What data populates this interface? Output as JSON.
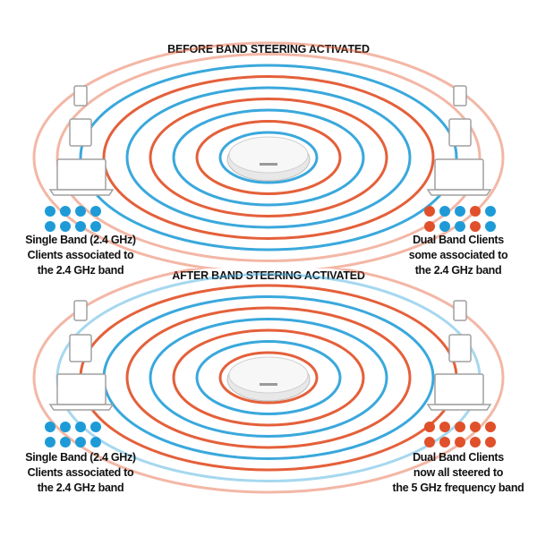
{
  "colors": {
    "band_24ghz_blue": "#1e9bd7",
    "band_5ghz_red": "#e0502a",
    "device_outline": "#a0a0a0",
    "ring_blue": "#3aa8dc",
    "ring_red": "#e4603a"
  },
  "icons": [
    "smartphone-icon",
    "tablet-icon",
    "laptop-icon",
    "access-point-icon"
  ],
  "before": {
    "title": "BEFORE BAND STEERING ACTIVATED",
    "left_caption": [
      "Single Band (2.4 GHz)",
      "Clients associated to",
      "the 2.4 GHz band"
    ],
    "right_caption": [
      "Dual Band Clients",
      "some associated to",
      "the 2.4 GHz band"
    ],
    "left_clients": [
      "2.4",
      "2.4",
      "2.4",
      "2.4",
      "2.4",
      "2.4",
      "2.4",
      "2.4"
    ],
    "right_clients": [
      "5",
      "2.4",
      "2.4",
      "5",
      "2.4",
      "5",
      "2.4",
      "2.4",
      "5",
      "2.4"
    ]
  },
  "after": {
    "title": "AFTER BAND STEERING ACTIVATED",
    "left_caption": [
      "Single Band (2.4 GHz)",
      "Clients associated to",
      "the 2.4 GHz band"
    ],
    "right_caption": [
      "Dual Band Clients",
      "now all steered to",
      "the 5 GHz frequency band"
    ],
    "left_clients": [
      "2.4",
      "2.4",
      "2.4",
      "2.4",
      "2.4",
      "2.4",
      "2.4",
      "2.4"
    ],
    "right_clients": [
      "5",
      "5",
      "5",
      "5",
      "5",
      "5",
      "5",
      "5",
      "5",
      "5"
    ]
  }
}
